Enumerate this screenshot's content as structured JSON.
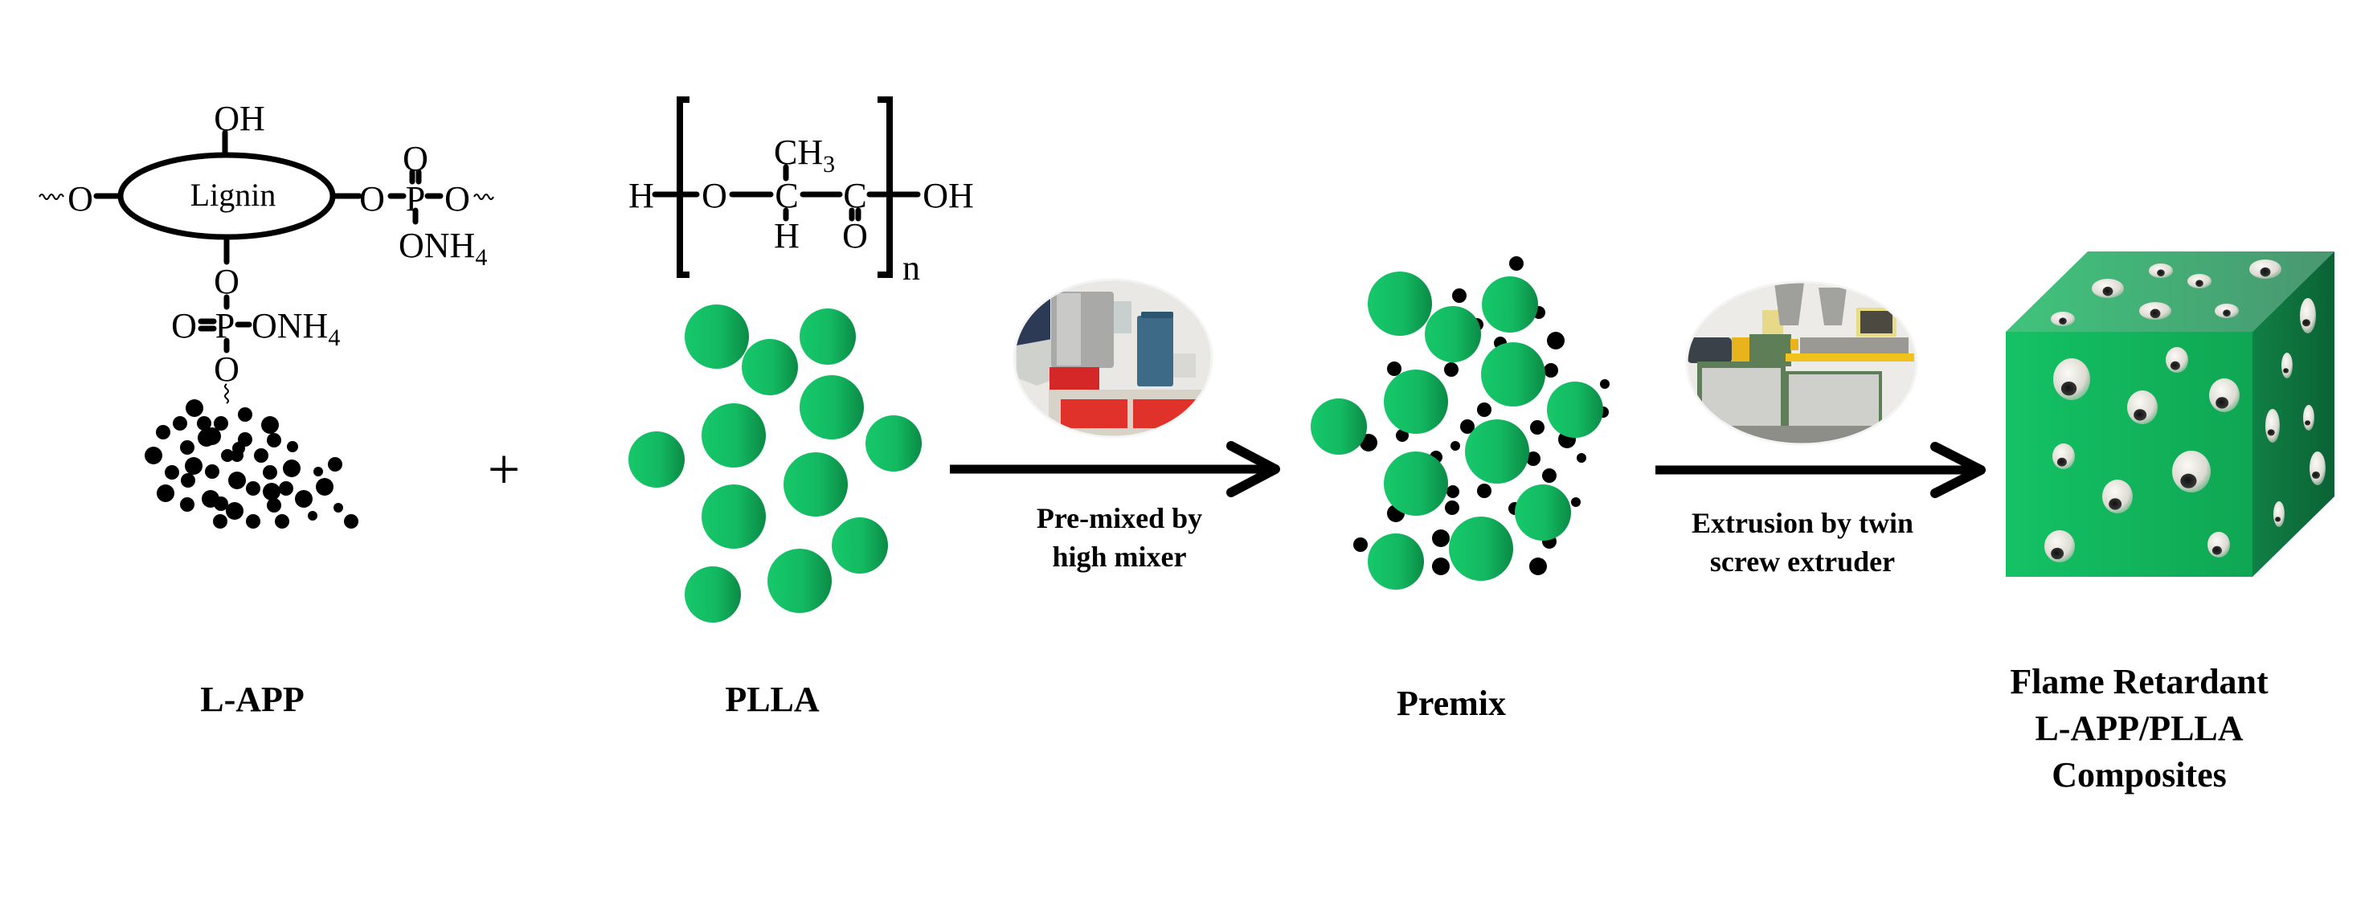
{
  "figure": {
    "description": "Preparation process of flame retardant L-APP/PLLA composites",
    "colors": {
      "polymer_green_light": "#16c86a",
      "polymer_green_dark": "#0b8a46",
      "particle_black": "#000000",
      "cube_front_light": "#14c264",
      "cube_front_dark": "#0fa653",
      "cube_top_light": "#3fc47c",
      "cube_top_dark": "#4a9670",
      "cube_right_light": "#118046",
      "cube_right_dark": "#0a6234",
      "pore_light": "#f2f0ea",
      "pore_core": "#222222"
    }
  },
  "lignin_structure": {
    "core_label": "Lignin",
    "top_group": "OH",
    "left_atom": "O",
    "right_chain": {
      "o1": "O",
      "p": "P",
      "o2": "O",
      "top_o": "O",
      "bottom": "ONH",
      "bottom_sub": "4"
    },
    "bottom_chain": {
      "o1": "O",
      "left_o": "O",
      "p": "P",
      "right": "ONH",
      "right_sub": "4",
      "o2": "O"
    }
  },
  "plla_structure": {
    "h_left": "H",
    "o": "O",
    "c1": "C",
    "c1_top": "CH",
    "c1_top_sub": "3",
    "c1_bottom": "H",
    "c2": "C",
    "c2_bottom": "O",
    "oh_right": "OH",
    "repeat_sub": "n"
  },
  "operators": {
    "plus": "+"
  },
  "steps": [
    {
      "id": "premix",
      "photo": "high-speed mixer photo",
      "caption_lines": [
        "Pre-mixed by",
        "high mixer"
      ]
    },
    {
      "id": "extrusion",
      "photo": "twin screw extruder photo",
      "caption_lines": [
        "Extrusion by twin",
        "screw extruder"
      ]
    }
  ],
  "labels": {
    "lapp": "L-APP",
    "plla": "PLLA",
    "premix": "Premix",
    "product_lines": [
      "Flame Retardant",
      "L-APP/PLLA",
      "Composites"
    ]
  }
}
